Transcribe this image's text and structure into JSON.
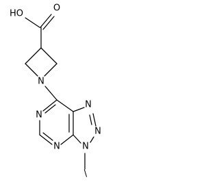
{
  "molecule": {
    "atoms": {
      "hydroxyl": "HO",
      "carbonyl_oxygen": "O",
      "azetidine_nitrogen": "N",
      "pyrimidine_n1": "N",
      "pyrimidine_n3": "N",
      "triazole_n1": "N",
      "triazole_n2": "N",
      "triazole_n3": "N"
    },
    "methyl_label": "\\"
  }
}
